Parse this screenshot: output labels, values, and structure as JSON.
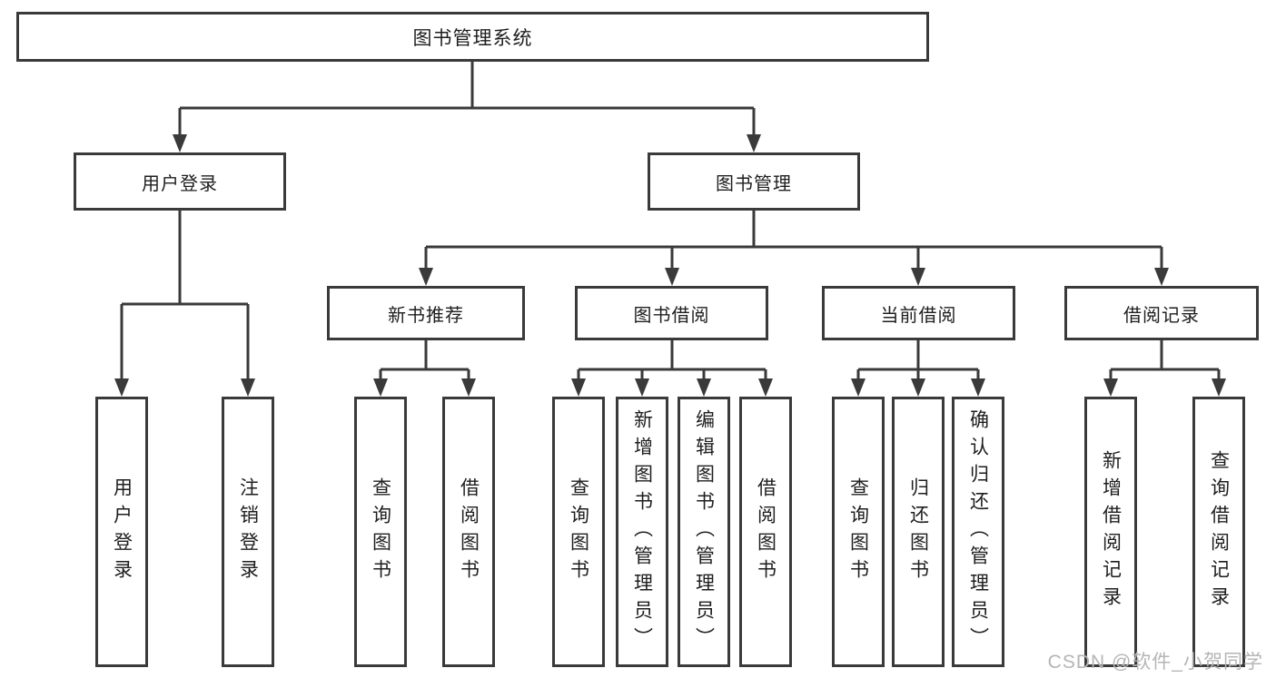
{
  "diagram": {
    "root": {
      "label": "图书管理系统"
    },
    "branches": [
      {
        "label": "用户登录",
        "children": [
          {
            "label": "用户登录"
          },
          {
            "label": "注销登录"
          }
        ]
      },
      {
        "label": "图书管理",
        "children": [
          {
            "label": "新书推荐",
            "children": [
              {
                "label": "查询图书"
              },
              {
                "label": "借阅图书"
              }
            ]
          },
          {
            "label": "图书借阅",
            "children": [
              {
                "label": "查询图书"
              },
              {
                "label": "新增图书（管理员）"
              },
              {
                "label": "编辑图书（管理员）"
              },
              {
                "label": "借阅图书"
              }
            ]
          },
          {
            "label": "当前借阅",
            "children": [
              {
                "label": "查询图书"
              },
              {
                "label": "归还图书"
              },
              {
                "label": "确认归还（管理员）"
              }
            ]
          },
          {
            "label": "借阅记录",
            "children": [
              {
                "label": "新增借阅记录"
              },
              {
                "label": "查询借阅记录"
              }
            ]
          }
        ]
      }
    ]
  },
  "watermark": {
    "text": "CSDN @软件_小贺同学"
  },
  "colors": {
    "line": "#3a3a3a",
    "box_border": "#3a3a3a",
    "text": "#1e1e1e",
    "background": "#ffffff",
    "watermark": "#b5b5b5"
  }
}
